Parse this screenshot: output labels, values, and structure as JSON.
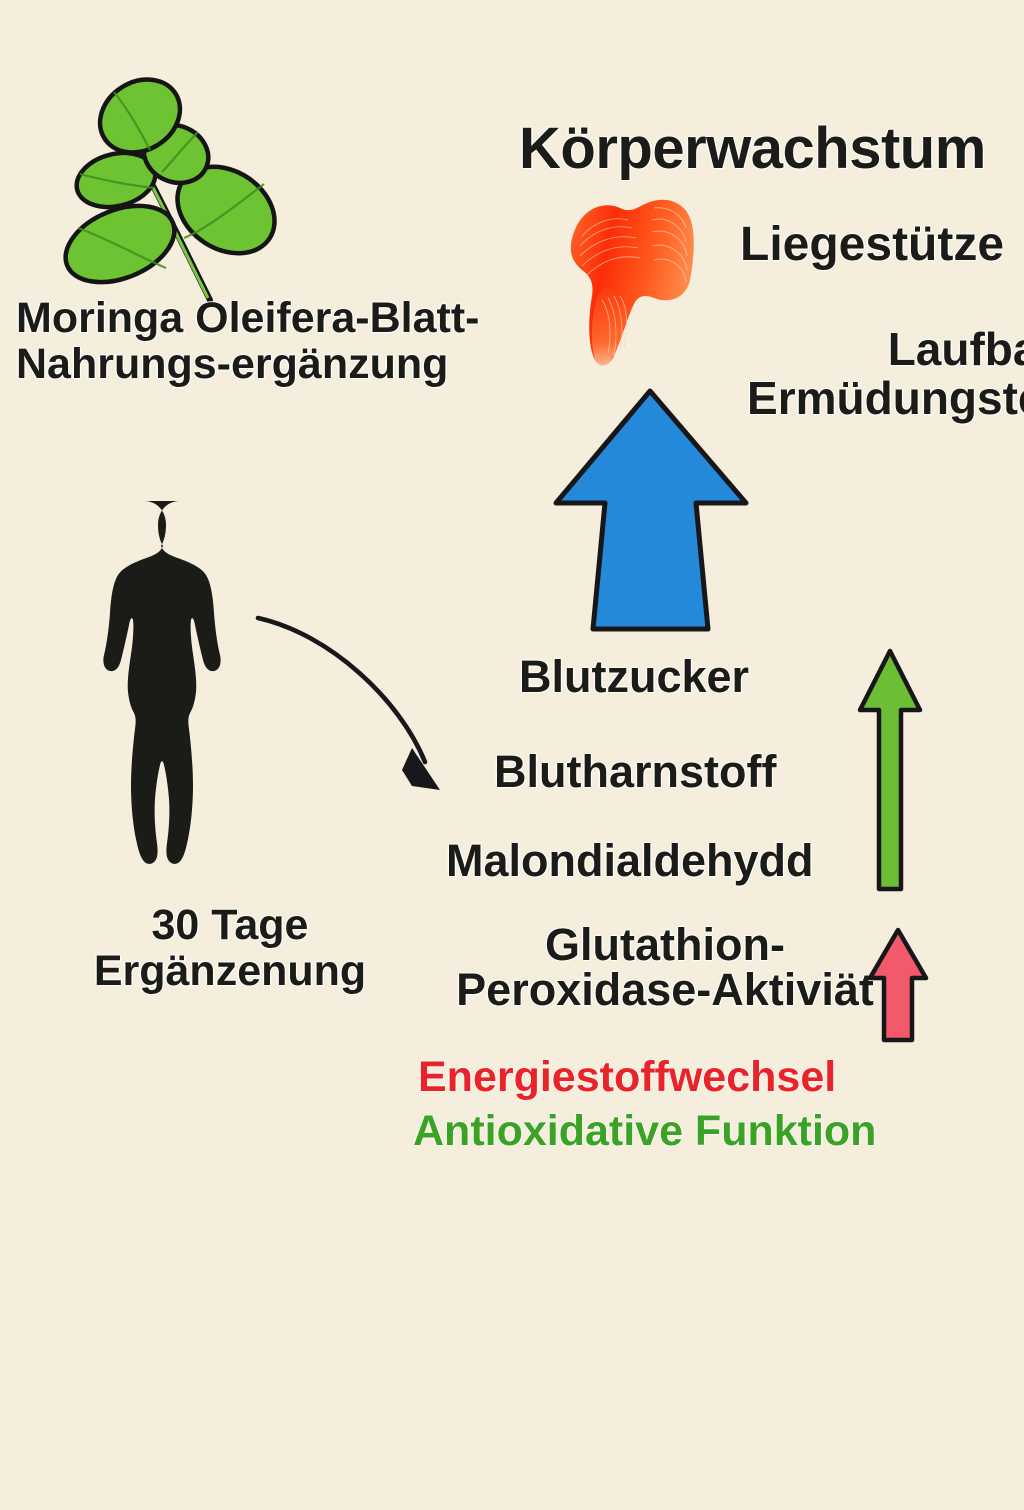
{
  "meta": {
    "background_color": "#f5eedd",
    "text_color": "#1b1b18"
  },
  "left_panel": {
    "leaf_icon_name": "moringa-leaf-icon",
    "supplement_label": "Moringa Oleifera-Blatt-Nahrungs-ergänzung",
    "human_icon_name": "human-silhouette-icon",
    "duration_label": "30 Tage\nErgänzenung"
  },
  "right_panel": {
    "title": "Körperwachstum",
    "muscle_icon_name": "muscle-fiber-icon",
    "outcomes": [
      {
        "label": "Liegestütze",
        "name": "outcome-pushups"
      },
      {
        "label": "Laufband-\nErmüdungstests",
        "name": "outcome-treadmill-fatigue-test"
      }
    ],
    "up_arrow_name": "blue-up-arrow"
  },
  "biomarkers": [
    {
      "label": "Blutzucker",
      "name": "biomarker-blood-glucose"
    },
    {
      "label": "Blutharnstoff",
      "name": "biomarker-blood-urea"
    },
    {
      "label": "Malondialdehydd",
      "name": "biomarker-malondialdehyde"
    },
    {
      "label": "Glutathion-\nPeroxidase-Aktiviät",
      "name": "biomarker-glutathione-peroxidase"
    }
  ],
  "arrows": {
    "green": {
      "name": "green-up-arrow",
      "color": "#6cbe34",
      "direction": "up"
    },
    "red": {
      "name": "red-up-arrow",
      "color": "#f2596a",
      "direction": "up"
    },
    "blue": {
      "name": "blue-up-arrow",
      "color": "#2389d8",
      "direction": "up"
    },
    "curved": {
      "name": "curved-black-arrow",
      "color": "#18181a",
      "direction": "down-right"
    }
  },
  "legend": [
    {
      "label": "Energiestoffwechsel",
      "color": "#e8232a",
      "name": "legend-energy-metabolism"
    },
    {
      "label": "Antioxidative Funktion",
      "color": "#3aa326",
      "name": "legend-antioxidative-function"
    }
  ]
}
